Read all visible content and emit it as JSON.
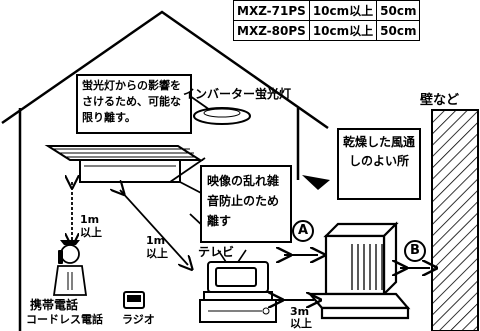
{
  "table": {
    "rows": [
      {
        "model": "MXZ-71PS",
        "dist1": "10cm以上",
        "dist2": "50cm"
      },
      {
        "model": "MXZ-80PS",
        "dist1": "10cm以上",
        "dist2": "50cm"
      }
    ]
  },
  "labels": {
    "fluorescent_note": "蛍光灯からの影響をさけるため、可能な限り離す。",
    "inverter_light": "インバーター蛍光灯",
    "wall": "壁など",
    "dry_place": "乾燥した風通しのよい所",
    "interference_note": "映像の乱れ雑音防止のため離す",
    "dist_phone": "1m以上",
    "dist_tv": "1m以上",
    "tv": "テレビ",
    "dist_outdoor": "3m以上",
    "phone": "携帯電話",
    "cordless_phone": "コードレス電話",
    "radio": "ラジオ",
    "marker_a": "A",
    "marker_b": "B"
  }
}
